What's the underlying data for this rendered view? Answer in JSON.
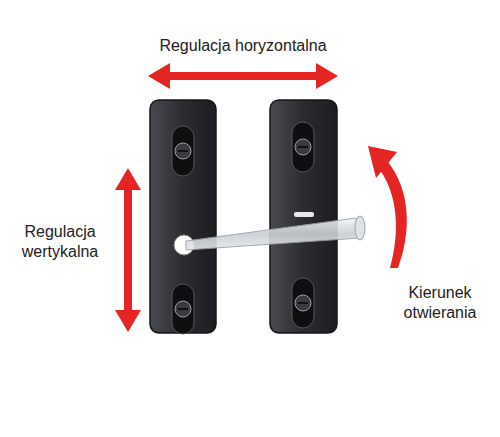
{
  "diagram": {
    "labels": [
      "Regulacja horyzontalna",
      "Regulacja wertykalna",
      "Kierunek otwierania"
    ]
  }
}
